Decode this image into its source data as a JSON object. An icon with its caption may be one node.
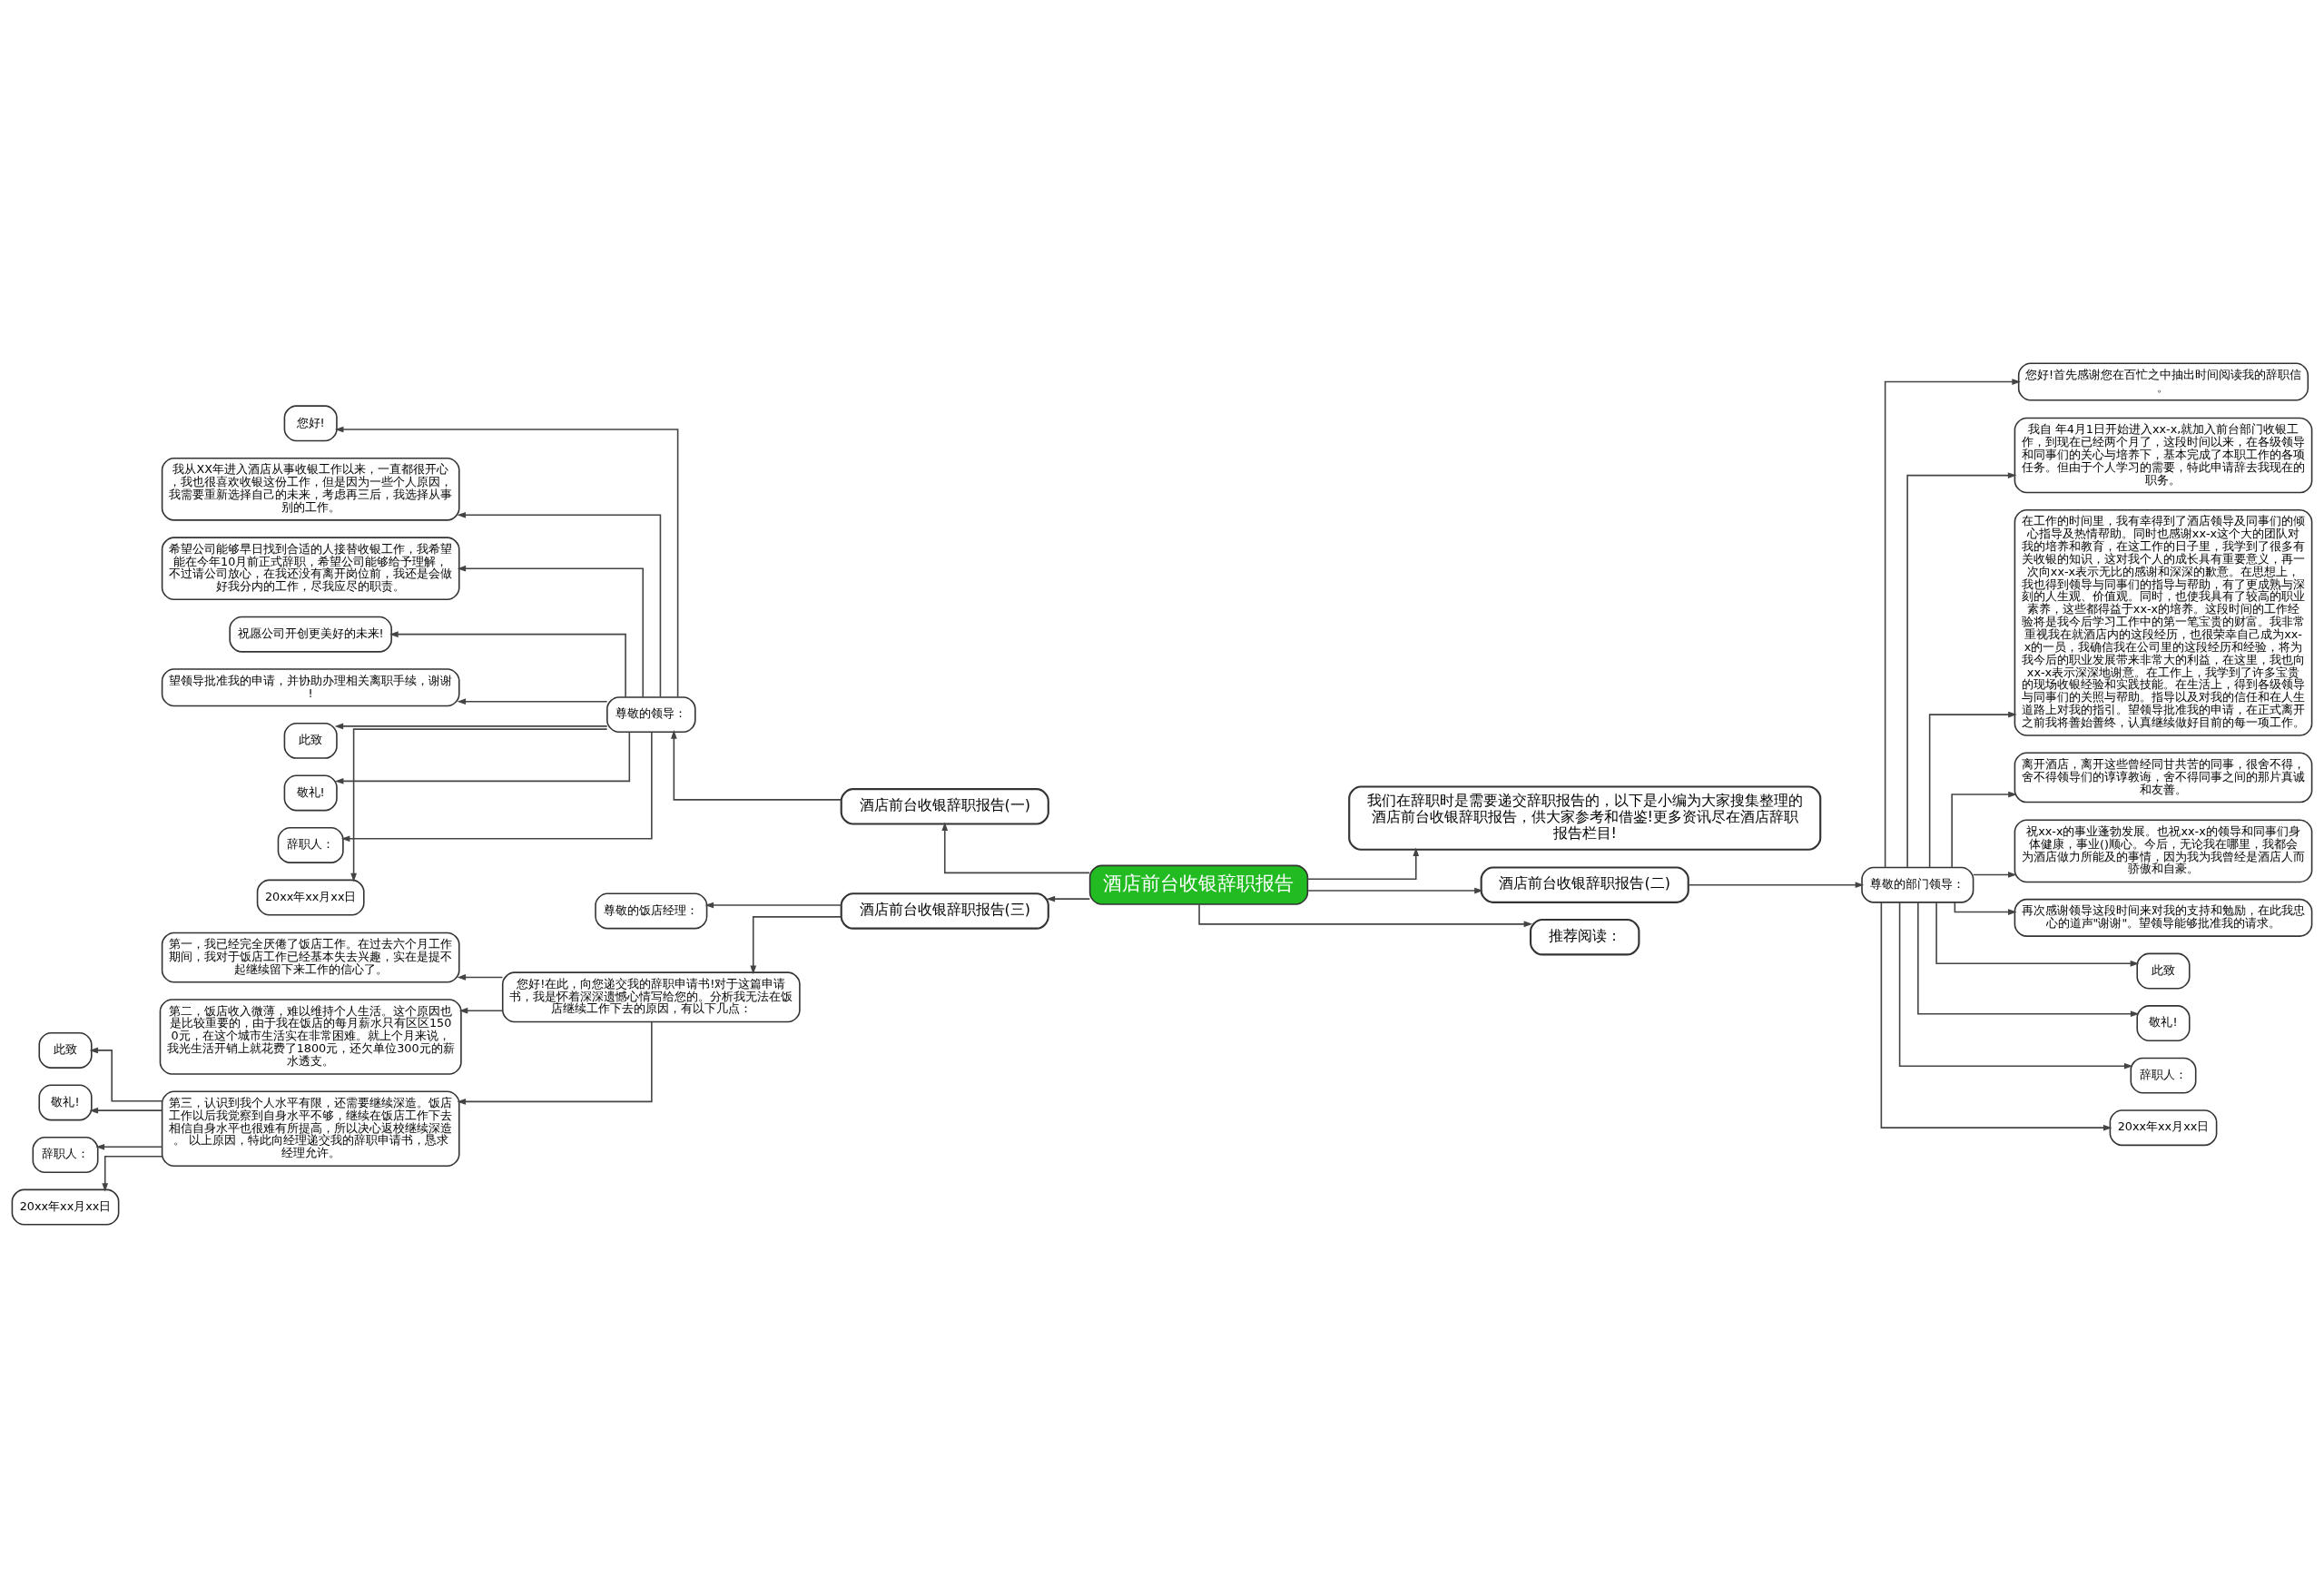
{
  "diagram": {
    "nodes": [
      {
        "text": [
          "酒店前台收银辞职报告"
        ]
      },
      {
        "text": [
          "酒店前台收银辞职报告(一)"
        ]
      },
      {
        "text": [
          "尊敬的领导："
        ]
      },
      {
        "text": [
          "您好!"
        ]
      },
      {
        "text": [
          "我从XX年进入酒店从事收银工作以来，一直都很开心，我也很喜欢收银这份工作，但是因为一些个人原因，我需要重新选择自己的未来，考虑再三后，我选择从事别的工作。"
        ]
      },
      {
        "text": [
          "希望公司能够早日找到合适的人接替收银工作，我希望能在今年10月前正式辞职，希望公司能够给予理解，不过请公司放心，在我还没有离开岗位前，我还是会做好我分内的工作，尽我应尽的职责。"
        ]
      },
      {
        "text": [
          "祝愿公司开创更美好的未来!"
        ]
      },
      {
        "text": [
          "望领导批准我的申请，并协助办理相关离职手续，谢谢!"
        ]
      },
      {
        "text": [
          "此致"
        ]
      },
      {
        "text": [
          "敬礼!"
        ]
      },
      {
        "text": [
          "辞职人："
        ]
      },
      {
        "text": [
          "20xx年xx月xx日"
        ]
      },
      {
        "text": [
          "酒店前台收银辞职报告(三)"
        ]
      },
      {
        "text": [
          "尊敬的饭店经理："
        ]
      },
      {
        "text": [
          "您好!在此，向您递交我的辞职申请书!对于这篇申请书，我是怀着深深遗憾心情写给您的。分析我无法在饭店继续工作下去的原因，有以下几点："
        ]
      },
      {
        "text": [
          "第一，我已经完全厌倦了饭店工作。在过去六个月工作期间，我对于饭店工作已经基本失去兴趣，实在是提不起继续留下来工作的信心了。"
        ]
      },
      {
        "text": [
          "第二，饭店收入微薄，难以维持个人生活。这个原因也是比较重要的，由于我在饭店的每月薪水只有区区1500元，在这个城市生活实在非常困难。就上个月来说，我光生活开销上就花费了1800元，还欠单位300元的薪水透支。"
        ]
      },
      {
        "text": [
          "第三，认识到我个人水平有限，还需要继续深造。饭店工作以后我觉察到自身水平不够，继续在饭店工作下去相信自身水平也很难有所提高，所以决心返校继续深造。 以上原因，特此向经理递交我的辞职申请书，恳求经理允许。"
        ]
      },
      {
        "text": [
          "此致"
        ]
      },
      {
        "text": [
          "敬礼!"
        ]
      },
      {
        "text": [
          "辞职人："
        ]
      },
      {
        "text": [
          "20xx年xx月xx日"
        ]
      },
      {
        "text": [
          "我们在辞职时是需要递交辞职报告的，以下是小编为大家搜集整理的酒店前台收银辞职报告，供大家参考和借鉴!更多资讯尽在酒店辞职报告栏目!"
        ]
      },
      {
        "text": [
          "酒店前台收银辞职报告(二)"
        ]
      },
      {
        "text": [
          "尊敬的部门领导："
        ]
      },
      {
        "text": [
          "您好!首先感谢您在百忙之中抽出时间阅读我的辞职信。"
        ]
      },
      {
        "text": [
          "我自 年4月1日开始进入xx-x,就加入前台部门收银工作，到现在已经两个月了，这段时间以来，在各级领导和同事们的关心与培养下，基本完成了本职工作的各项任务。但由于个人学习的需要，特此申请辞去我现在的职务。"
        ]
      },
      {
        "text": [
          "在工作的时间里，我有幸得到了酒店领导及同事们的倾心指导及热情帮助。同时也感谢xx-x这个大的团队对我的培养和教育，在这工作的日子里，我学到了很多有关收银的知识，这对我个人的成长具有重要意义，再一次向xx-x表示无比的感谢和深深的歉意。在思想上，我也得到领导与同事们的指导与帮助，有了更成熟与深刻的人生观、价值观。同时，也使我具有了较高的职业素养，这些都得益于xx-x的培养。这段时间的工作经验将是我今后学习工作中的第一笔宝贵的财富。我非常重视我在就酒店内的这段经历，也很荣幸自己成为xx-x的一员，我确信我在公司里的这段经历和经验，将为我今后的职业发展带来非常大的利益，在这里，我也向xx-x表示深深地谢意。在工作上，我学到了许多宝贵的现场收银经验和实践技能。在生活上，得到各级领导与同事们的关照与帮助。指导以及对我的信任和在人生道路上对我的指引。望领导批准我的申请，在正式离开之前我将善始善终，认真继续做好目前的每一项工作。"
        ]
      },
      {
        "text": [
          "离开酒店，离开这些曾经同甘共苦的同事，很舍不得，舍不得领导们的谆谆教诲，舍不得同事之间的那片真诚和友善。"
        ]
      },
      {
        "text": [
          "祝xx-x的事业蓬勃发展。也祝xx-x的领导和同事们身体健康，事业()顺心。今后，无论我在哪里，我都会为酒店做力所能及的事情，因为我为我曾经是酒店人而骄傲和自豪。"
        ]
      },
      {
        "text": [
          "再次感谢领导这段时间来对我的支持和勉励，在此我忠心的道声\"谢谢\"。望领导能够批准我的请求。"
        ]
      },
      {
        "text": [
          "此致"
        ]
      },
      {
        "text": [
          "敬礼!"
        ]
      },
      {
        "text": [
          "辞职人："
        ]
      },
      {
        "text": [
          "20xx年xx月xx日"
        ]
      },
      {
        "text": [
          "推荐阅读："
        ]
      }
    ],
    "edges": [
      {
        "from": 0,
        "to": 1,
        "arrow": "to"
      },
      {
        "from": 1,
        "to": 2,
        "arrow": "to"
      },
      {
        "from": 2,
        "to": 3,
        "arrow": "to"
      },
      {
        "from": 2,
        "to": 4,
        "arrow": "to"
      },
      {
        "from": 2,
        "to": 5,
        "arrow": "to"
      },
      {
        "from": 2,
        "to": 6,
        "arrow": "to"
      },
      {
        "from": 2,
        "to": 7,
        "arrow": "to"
      },
      {
        "from": 2,
        "to": 8,
        "arrow": "to"
      },
      {
        "from": 2,
        "to": 9,
        "arrow": "to"
      },
      {
        "from": 2,
        "to": 10,
        "arrow": "to"
      },
      {
        "from": 2,
        "to": 11,
        "arrow": "to"
      },
      {
        "from": 0,
        "to": 12,
        "arrow": "to"
      },
      {
        "from": 12,
        "to": 13,
        "arrow": "to"
      },
      {
        "from": 12,
        "to": 14,
        "arrow": "to"
      },
      {
        "from": 14,
        "to": 15,
        "arrow": "to"
      },
      {
        "from": 14,
        "to": 16,
        "arrow": "to"
      },
      {
        "from": 14,
        "to": 17,
        "arrow": "to"
      },
      {
        "from": 17,
        "to": 18,
        "arrow": "to"
      },
      {
        "from": 17,
        "to": 19,
        "arrow": "to"
      },
      {
        "from": 17,
        "to": 20,
        "arrow": "to"
      },
      {
        "from": 17,
        "to": 21,
        "arrow": "to"
      },
      {
        "from": 0,
        "to": 22,
        "arrow": "to"
      },
      {
        "from": 0,
        "to": 23,
        "arrow": "to"
      },
      {
        "from": 23,
        "to": 24,
        "arrow": "to"
      },
      {
        "from": 24,
        "to": 25,
        "arrow": "to"
      },
      {
        "from": 24,
        "to": 26,
        "arrow": "to"
      },
      {
        "from": 24,
        "to": 27,
        "arrow": "to"
      },
      {
        "from": 24,
        "to": 28,
        "arrow": "to"
      },
      {
        "from": 24,
        "to": 29,
        "arrow": "to"
      },
      {
        "from": 24,
        "to": 30,
        "arrow": "to"
      },
      {
        "from": 24,
        "to": 31,
        "arrow": "to"
      },
      {
        "from": 24,
        "to": 32,
        "arrow": "to"
      },
      {
        "from": 24,
        "to": 33,
        "arrow": "to"
      },
      {
        "from": 24,
        "to": 34,
        "arrow": "to"
      },
      {
        "from": 0,
        "to": 35,
        "arrow": "to"
      }
    ]
  }
}
